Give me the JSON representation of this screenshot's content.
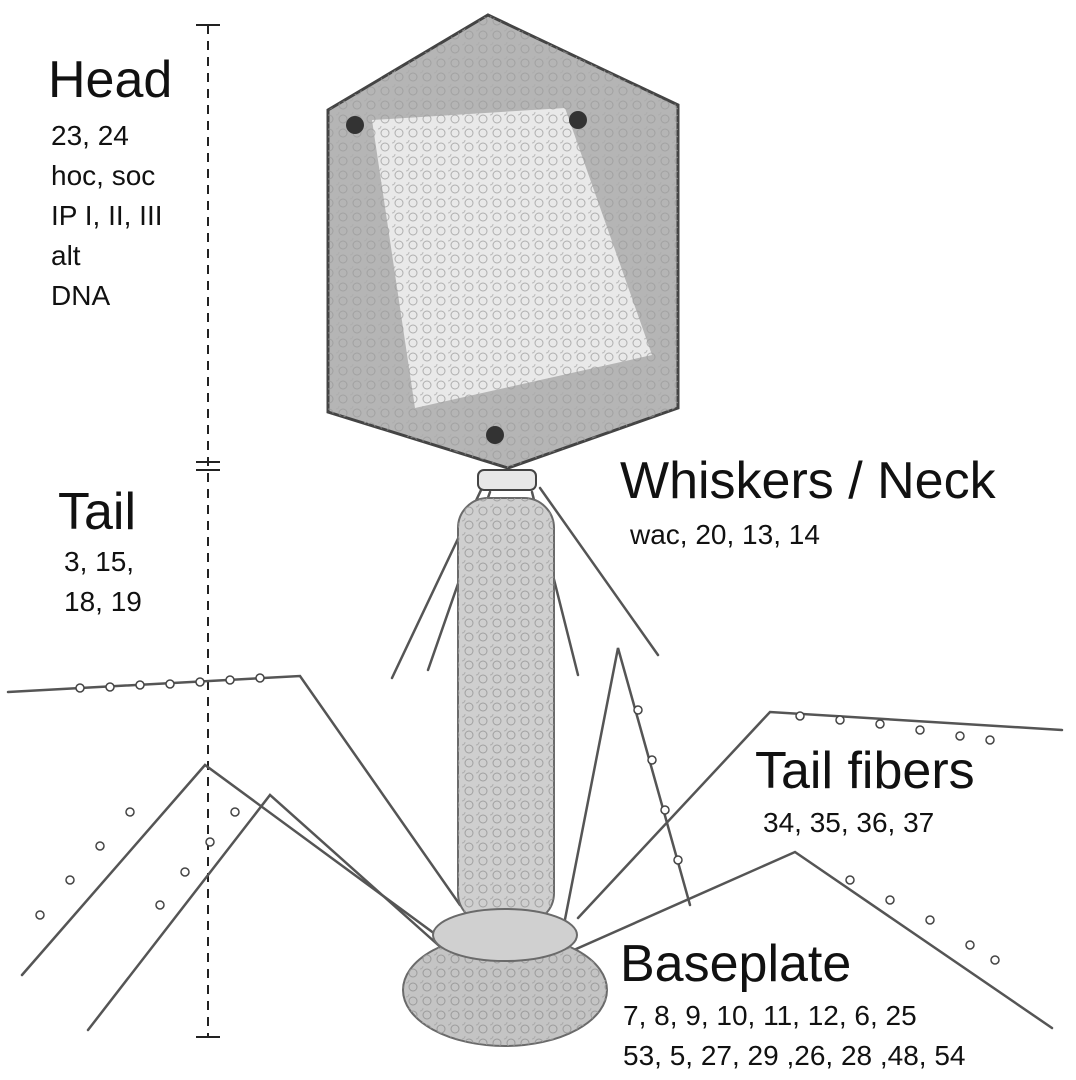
{
  "title": "",
  "colors": {
    "ink": "#111111",
    "capsid": "#6e6e6e",
    "capsid_light": "#d4d4d4",
    "tail": "#bdbdbd"
  },
  "labels": {
    "head": {
      "title": "Head",
      "lines": [
        "23, 24",
        "hoc, soc",
        "IP I, II, III",
        "alt",
        "DNA"
      ]
    },
    "tail": {
      "title": "Tail",
      "lines": [
        "3, 15,",
        "18, 19"
      ]
    },
    "whiskers": {
      "title": "Whiskers / Neck",
      "lines": [
        "wac, 20, 13, 14"
      ]
    },
    "tail_fibers": {
      "title": "Tail fibers",
      "lines": [
        "34, 35, 36, 37"
      ]
    },
    "baseplate": {
      "title": "Baseplate",
      "lines": [
        "7, 8, 9, 10, 11, 12, 6, 25",
        "53, 5, 27, 29 ,26, 28 ,48, 54"
      ]
    }
  }
}
